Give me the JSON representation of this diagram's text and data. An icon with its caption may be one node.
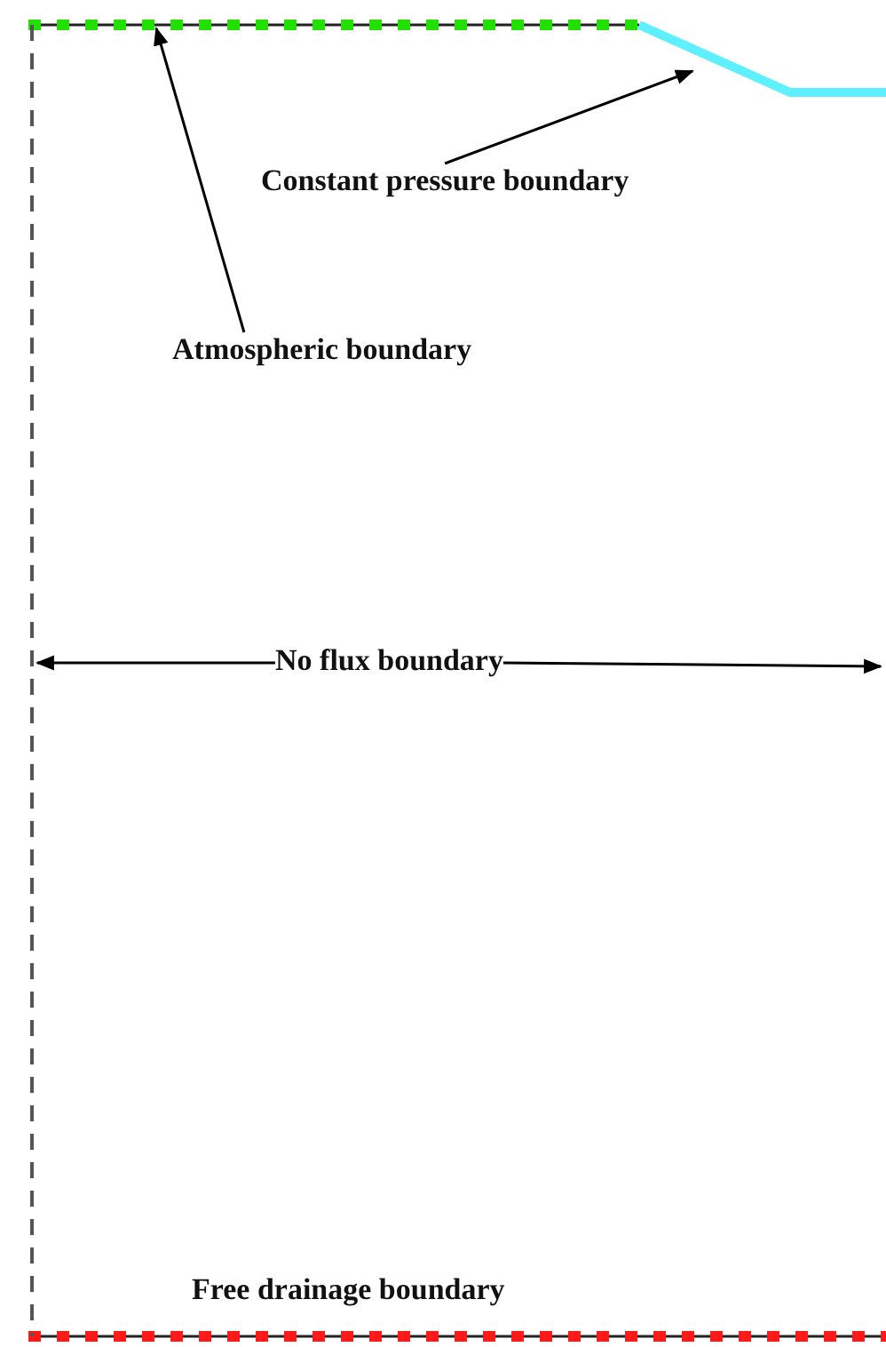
{
  "diagram": {
    "nodes": [
      {
        "text": [],
        "shape": "line"
      },
      {
        "text": [],
        "shape": "line"
      },
      {
        "text": [
          "Constant pressure boundary"
        ]
      },
      {
        "text": [
          "Atmospheric boundary"
        ]
      },
      {
        "text": [],
        "shape": "line"
      },
      {
        "text": [
          "No flux boundary"
        ]
      }
    ],
    "edges": [
      {
        "from": 3,
        "to": 0,
        "arrow": "to"
      },
      {
        "from": 2,
        "to": 1,
        "arrow": "to"
      },
      {
        "from": 5,
        "to": 4,
        "arrow": "to"
      },
      {
        "from": 5,
        "to": null,
        "arrow": "to"
      }
    ],
    "labels": [
      "Free drainage boundary"
    ]
  }
}
